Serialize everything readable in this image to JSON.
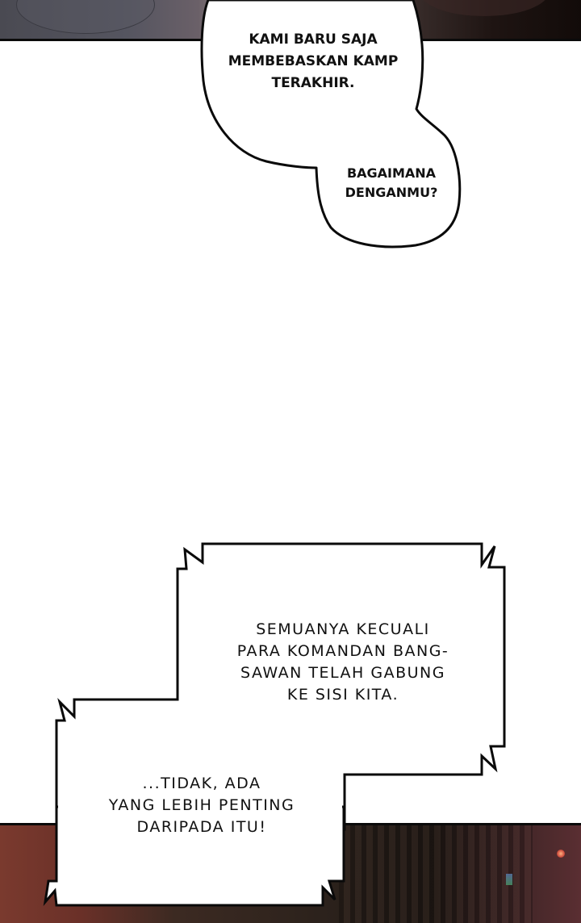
{
  "page": {
    "type": "comic-strip-page",
    "background": "#ffffff"
  },
  "panels": {
    "top": {
      "description": "dark cropped illustration strip",
      "colors": [
        "#4a4a52",
        "#8a7a78",
        "#120b09"
      ]
    },
    "bottom": {
      "description": "reddish night scene with dark building",
      "colors": [
        "#7a3a2e",
        "#2c221c",
        "#5a2e32"
      ]
    }
  },
  "bubbles": [
    {
      "id": "round-bubble-main",
      "shape": "rounded",
      "lines": [
        "KAMI BARU SAJA",
        "MEMBEBASKAN KAMP",
        "TERAKHIR."
      ]
    },
    {
      "id": "round-bubble-sub",
      "shape": "rounded",
      "lines": [
        "BAGAIMANA",
        "DENGANMU?"
      ]
    },
    {
      "id": "jagged-bubble-upper",
      "shape": "jagged",
      "lines": [
        "SEMUANYA KECUALI",
        "PARA KOMANDAN BANG-",
        "SAWAN TELAH GABUNG",
        "KE SISI KITA."
      ]
    },
    {
      "id": "jagged-bubble-lower",
      "shape": "jagged",
      "lines": [
        "...TIDAK, ADA",
        "YANG LEBIH PENTING",
        "DARIPADA ITU!"
      ]
    }
  ],
  "colors": {
    "bubble_fill": "#ffffff",
    "bubble_stroke": "#0a0a0a",
    "text": "#111111"
  }
}
